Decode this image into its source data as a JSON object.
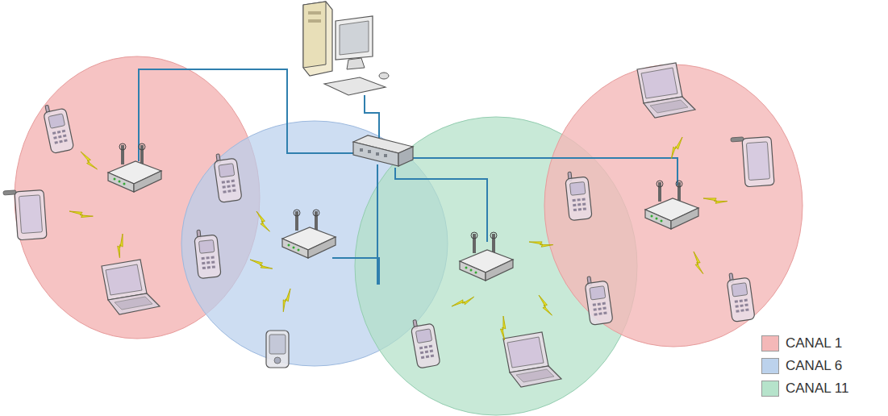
{
  "diagram": {
    "legend": [
      {
        "text": "CANAL 1",
        "color": "#f4b8b8"
      },
      {
        "text": "CANAL 6",
        "color": "#bcd2ec"
      },
      {
        "text": "CANAL 11",
        "color": "#b6e3cb"
      }
    ]
  }
}
